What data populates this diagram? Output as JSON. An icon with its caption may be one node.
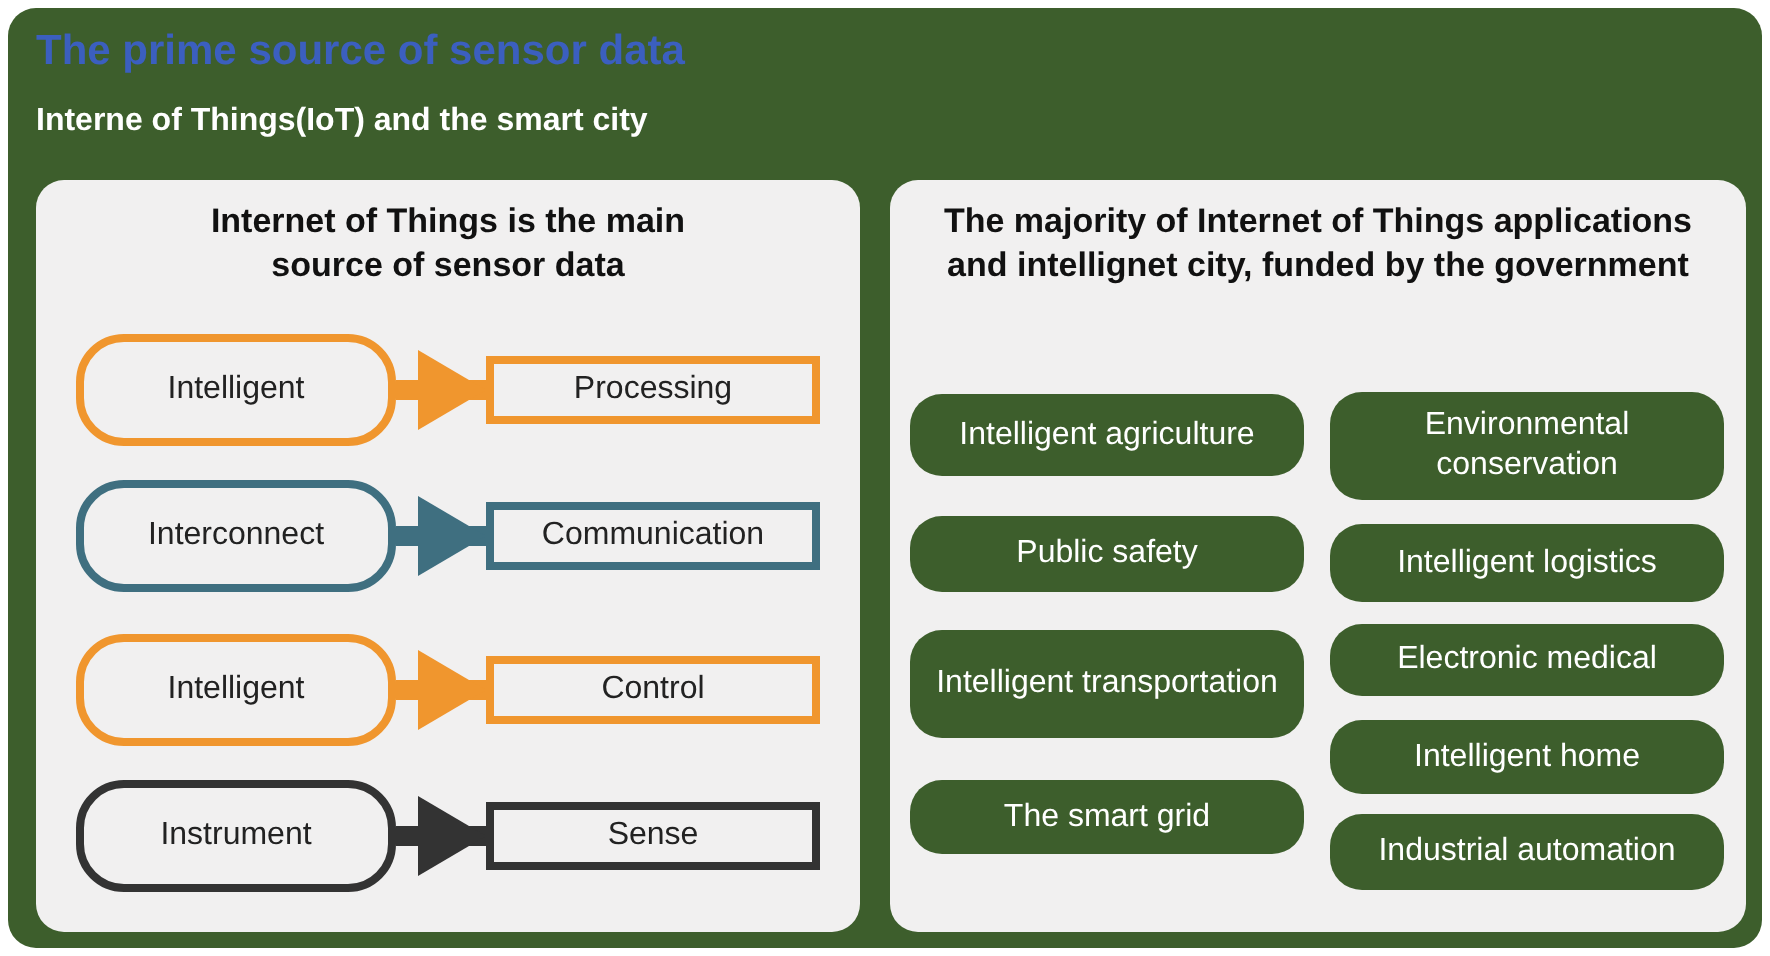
{
  "diagram": {
    "title": "The prime source of sensor data",
    "nodes": [
      {
        "text": [
          "Internet of Things is the main source of sensor data"
        ]
      },
      {
        "text": [
          "Intelligent"
        ],
        "in": 0
      },
      {
        "text": [
          "Processing"
        ],
        "in": 0
      },
      {
        "text": [
          "Interconnect"
        ],
        "in": 0
      },
      {
        "text": [
          "Communication"
        ],
        "in": 0
      },
      {
        "text": [
          "Intelligent"
        ],
        "in": 0
      },
      {
        "text": [
          "Control"
        ],
        "in": 0
      },
      {
        "text": [
          "Instrument"
        ],
        "in": 0
      },
      {
        "text": [
          "Sense"
        ],
        "in": 0
      },
      {
        "text": [
          "The majority of Internet of Things applications and intellignet city, funded by the government"
        ]
      },
      {
        "text": [
          "Intelligent agriculture"
        ],
        "in": 9
      },
      {
        "text": [
          "Environmental conservation"
        ],
        "in": 9
      },
      {
        "text": [
          "Public safety"
        ],
        "in": 9
      },
      {
        "text": [
          "Intelligent logistics"
        ],
        "in": 9
      },
      {
        "text": [
          "Intelligent transportation"
        ],
        "in": 9
      },
      {
        "text": [
          "Electronic medical"
        ],
        "in": 9
      },
      {
        "text": [
          "The smart grid"
        ],
        "in": 9
      },
      {
        "text": [
          "Intelligent home"
        ],
        "in": 9
      },
      {
        "text": [
          "Industrial automation"
        ],
        "in": 9
      }
    ],
    "edges": [
      {
        "from": 1,
        "to": 2,
        "arrow": "to"
      },
      {
        "from": 3,
        "to": 4,
        "arrow": "to",
        "color": "#3f6f80"
      },
      {
        "from": 5,
        "to": 6,
        "arrow": "to"
      },
      {
        "from": 7,
        "to": 8,
        "arrow": "to",
        "color": "#333333"
      }
    ],
    "labels": [
      "Interne of Things(IoT) and the smart city"
    ]
  }
}
